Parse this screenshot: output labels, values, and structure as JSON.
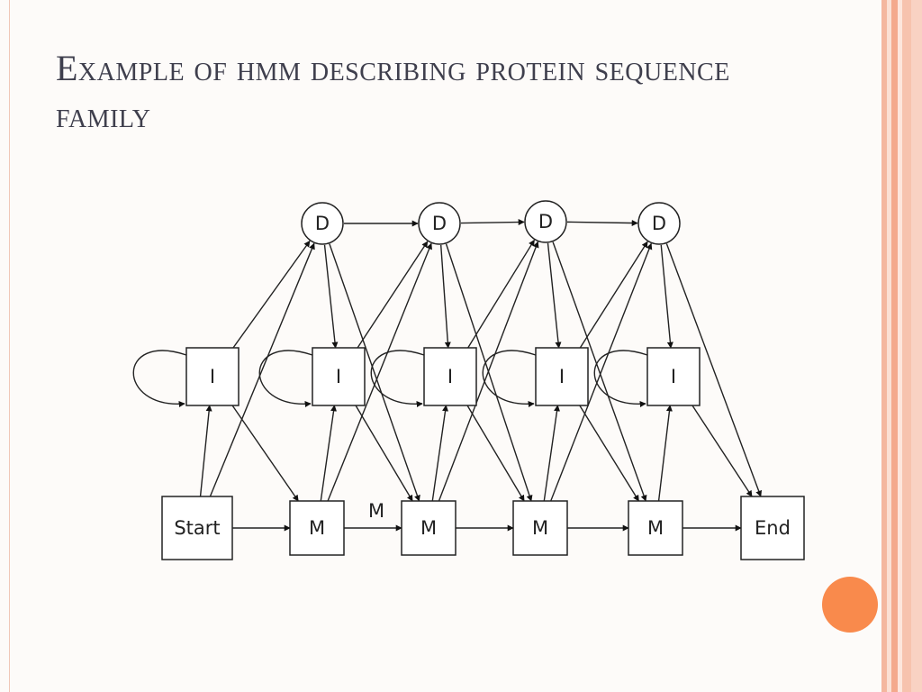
{
  "slide": {
    "title": "Example of hmm describing protein sequence family"
  },
  "diagram": {
    "nodes": {
      "start": "Start",
      "end": "End",
      "match": [
        "M",
        "M",
        "M",
        "M"
      ],
      "insert": [
        "I",
        "I",
        "I",
        "I",
        "I"
      ],
      "delete": [
        "D",
        "D",
        "D",
        "D"
      ]
    },
    "edge_label": "M"
  },
  "colors": {
    "title": "#3f3f4d",
    "accent_dot": "#f98a4c",
    "stripe": "#f4a98c",
    "ink": "#222222"
  }
}
